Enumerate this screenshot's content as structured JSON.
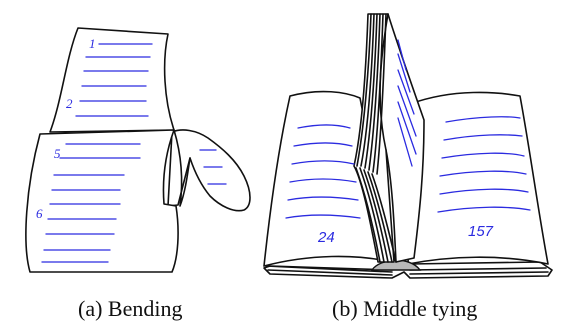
{
  "panel_a": {
    "caption": "(a) Bending",
    "page_numbers": [
      "1",
      "2",
      "5",
      "6"
    ]
  },
  "panel_b": {
    "caption": "(b) Middle tying",
    "left_page_number": "24",
    "right_page_number": "157"
  },
  "colors": {
    "ink": "#111111",
    "text_lines": "#2b2be0",
    "binding": "#b8b8b8"
  }
}
